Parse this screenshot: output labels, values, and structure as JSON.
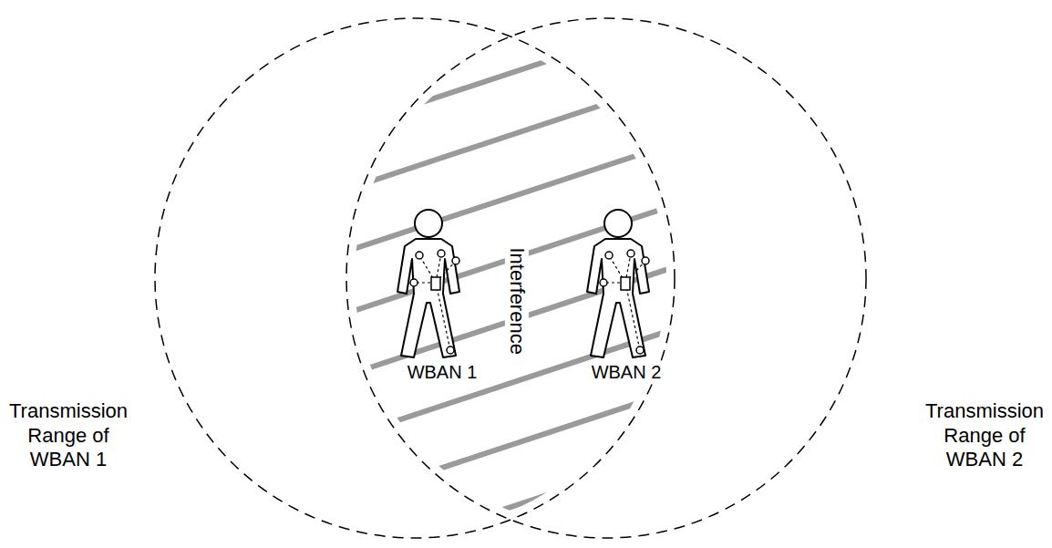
{
  "diagram": {
    "labels": [
      "Transmission Range of WBAN 1",
      "WBAN 1",
      "Interference",
      "WBAN 2",
      "Transmission Range of WBAN 2"
    ]
  }
}
